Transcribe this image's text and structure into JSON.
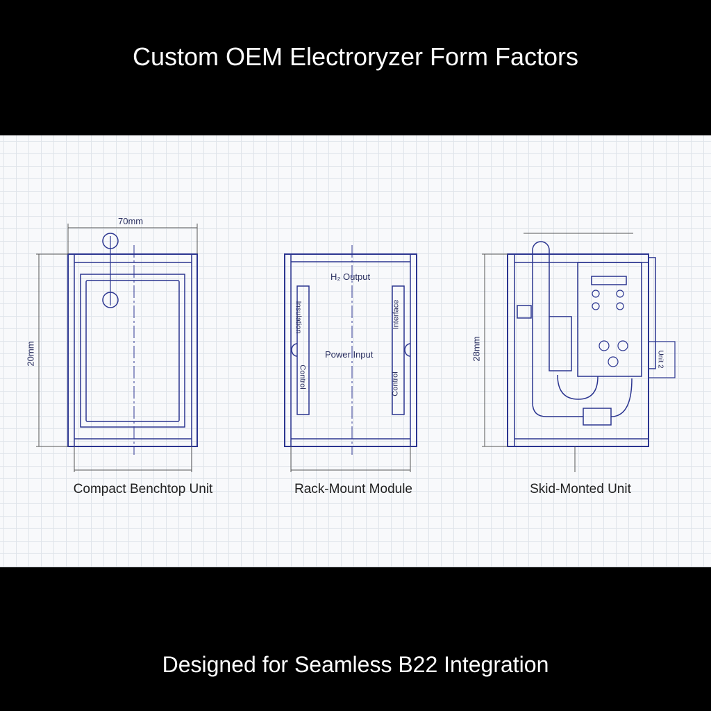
{
  "title": "Custom OEM Electroryzer Form Factors",
  "footer": "Designed for Seamless B22 Integration",
  "colors": {
    "line": "#2b3590",
    "grid": "#dfe4ea",
    "banner": "#000000",
    "sheet": "#f8f9fb"
  },
  "units": [
    {
      "caption": "Compact Benchtop Unit",
      "width_dim": "70mm",
      "height_dim": "20mm"
    },
    {
      "caption": "Rack-Mount Module",
      "top_label": "H₂ Output",
      "center_label": "Power Input",
      "left_panel_top": "Insulation",
      "left_panel_bottom": "Control",
      "right_panel_top": "Interface",
      "right_panel_bottom": "Control"
    },
    {
      "caption": "Skid-Monted Unit",
      "height_dim": "28mm",
      "side_label": "Unit 2"
    }
  ]
}
